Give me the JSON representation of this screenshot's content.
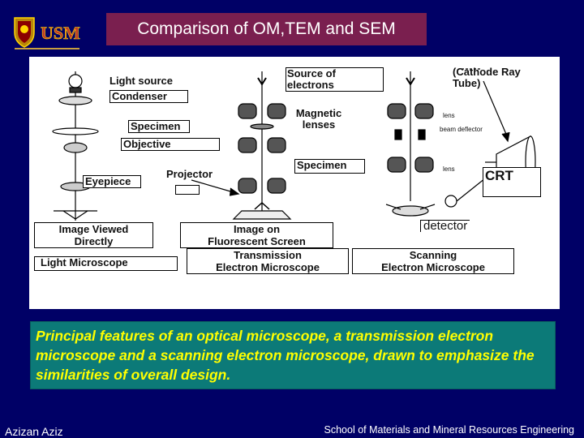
{
  "slide": {
    "title": "Comparison of OM,TEM and SEM",
    "caption": "Principal features of an optical microscope, a transmission electron microscope and a scanning electron microscope, drawn to emphasize the similarities of overall design.",
    "footer_left": "Azizan Aziz",
    "footer_right": "School of Materials and Mineral Resources Engineering",
    "logo_icon": "university-crest-icon",
    "logo_text": "USM"
  },
  "diagram": {
    "labels": {
      "light_source": "Light source",
      "condenser": "Condenser",
      "specimen_om": "Specimen",
      "objective": "Objective",
      "eyepiece": "Eyepiece",
      "projector": "Projector",
      "source_line1": "Source of",
      "source_line2": "electrons",
      "magnetic_line1": "Magnetic",
      "magnetic_line2": "lenses",
      "specimen_tem": "Specimen",
      "cathode_line1": "(Cathode Ray",
      "cathode_line2": "Tube)",
      "crt": "CRT",
      "detector": "detector",
      "lens_small": "lens",
      "beam_deflector": "beam deflector",
      "lens_small2": "lens"
    },
    "panels": {
      "om_image_line1": "Image Viewed",
      "om_image_line2": "Directly",
      "om_name": "Light Microscope",
      "tem_image_line1": "Image on",
      "tem_image_line2": "Fluorescent Screen",
      "tem_name_line1": "Transmission",
      "tem_name_line2": "Electron Microscope",
      "sem_name_line1": "Scanning",
      "sem_name_line2": "Electron Microscope"
    }
  }
}
